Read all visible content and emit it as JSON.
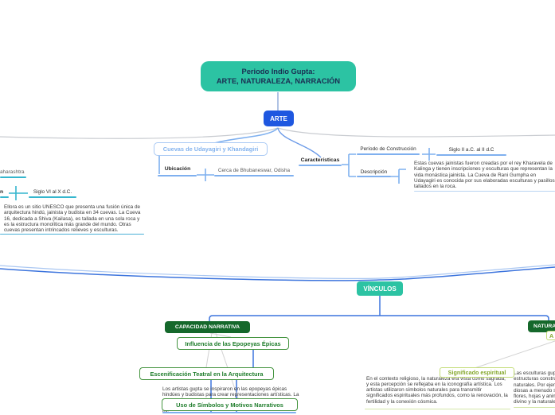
{
  "palette": {
    "teal": "#2cc3a3",
    "blue": "#1e57e0",
    "dark_green": "#15682b",
    "green_border": "#44943f",
    "green_text": "#1f7d2c",
    "lime_border": "#c3dc77",
    "lime_text": "#84a72b",
    "cuevas_border": "#a9c9f4",
    "cuevas_text": "#85b4ee",
    "edge_blue": "#3c74dd",
    "edge_mid_blue": "#6b9ae8",
    "edge_light_blue": "#7fb0ef",
    "edge_pale_blue": "#aac7f2",
    "edge_teal": "#35b6ce",
    "edge_teal2": "#49b0d6",
    "edge_gray": "#c9ccd1",
    "edge_faint_gray": "#d2d2d2",
    "edge_stub": "#9db4de",
    "underline_faint": "#b9d4f2",
    "underline_lime": "#d4e6a8"
  },
  "main_topic": {
    "line1": "Periodo Indio Gupta:",
    "line2": "ARTE, NATURALEZA, NARRACIÓN"
  },
  "arte": {
    "label": "ARTE",
    "udayagiri": {
      "title": "Cuevas de Udayagiri y Khandagiri",
      "ubicacion_label": "Ubicación",
      "ubicacion_value": "Cerca de Bhubaneswar, Odisha",
      "caracteristicas_label": "Características",
      "periodo_label": "Período de Construcción",
      "periodo_value": "Siglo II a.C. al II d.C",
      "descripcion_label": "Descripción",
      "descripcion_lines": [
        "Estas cuevas jainistas fueron creadas por el rey Kharavela de",
        "Kalinga y tienen inscripciones y esculturas que representan la",
        "vida monástica jainista. La Cueva de Rani Gumpha en",
        "Udayagiri es conocida por sus elaboradas esculturas y pasillos",
        "tallados en la roca."
      ]
    },
    "ellora": {
      "ubicacion_fragment": "aharashtra",
      "periodo_label_fragment": "n",
      "periodo_value": "Siglo VI al X d.C.",
      "descripcion_lines": [
        "Ellora es un sitio UNESCO que presenta una fusión única de",
        "arquitectura hindú, jainista y budista en 34 cuevas. La Cueva",
        "16, dedicada a Shiva (Kailasa), es tallada en una sola roca y",
        "es la estructura monolítica más grande del mundo. Otras",
        "cuevas presentan intrincados relieves y esculturas."
      ]
    }
  },
  "vinculos": {
    "label": "VÍNCULOS",
    "capacidad_narrativa": {
      "label": "CAPACIDAD NARRATIVA",
      "influencia_label": "Influencia de las Epopeyas Épicas",
      "escenificacion_label": "Escenificación Teatral en la Arquitectura",
      "uso_simbolos_label": "Uso de Símbolos y Motivos Narrativos",
      "nota_lines": [
        "Los artistas gupta se inspiraron en las epopeyas épicas",
        "hindúes y budistas para crear representaciones artísticas. La"
      ],
      "nota_fragments": [
        {
          "left": "ri",
          "right": "ue"
        },
        {
          "left": "",
          "right": "do"
        },
        {
          "left": "los",
          "right": ""
        }
      ]
    },
    "naturaleza": {
      "label": "NATURALEZA",
      "mini_label_fragment": "A",
      "significado_label": "Significado espiritual",
      "nota_lines": [
        "En el contexto religioso, la naturaleza era vista como sagrada,",
        "y esta percepción se reflejaba en la iconografía artística. Los",
        "artistas utilizaron símbolos naturales para transmitir",
        "significados espirituales más profundos, como la renovación, la",
        "fertilidad y la conexión cósmica."
      ],
      "nota_derecha_lines": [
        "Las esculturas gupt",
        "estructuras constru",
        "naturales. Por ejem",
        "diosas a menudo se",
        "flores, hojas y anim",
        "divino y la naturale"
      ]
    }
  }
}
